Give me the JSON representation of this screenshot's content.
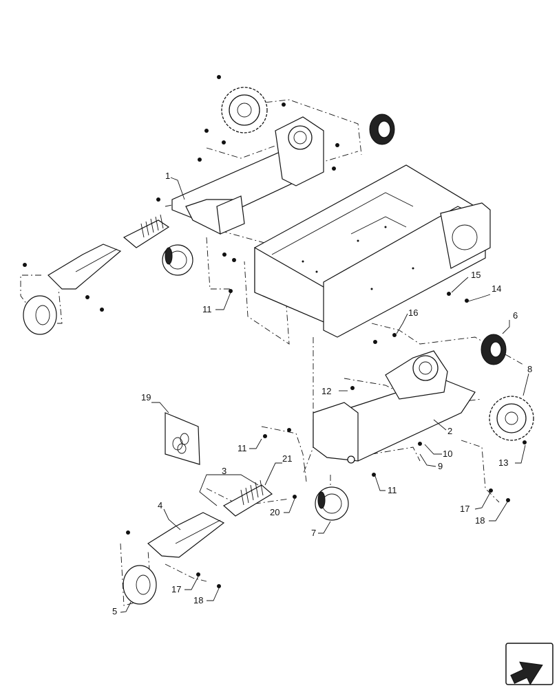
{
  "diagram": {
    "callouts": [
      {
        "id": "1",
        "label": "1"
      },
      {
        "id": "2",
        "label": "2"
      },
      {
        "id": "3",
        "label": "3"
      },
      {
        "id": "4",
        "label": "4"
      },
      {
        "id": "5",
        "label": "5"
      },
      {
        "id": "6",
        "label": "6"
      },
      {
        "id": "7",
        "label": "7"
      },
      {
        "id": "8",
        "label": "8"
      },
      {
        "id": "9",
        "label": "9"
      },
      {
        "id": "10",
        "label": "10"
      },
      {
        "id": "11a",
        "label": "11"
      },
      {
        "id": "11b",
        "label": "11"
      },
      {
        "id": "11c",
        "label": "11"
      },
      {
        "id": "12",
        "label": "12"
      },
      {
        "id": "13",
        "label": "13"
      },
      {
        "id": "14",
        "label": "14"
      },
      {
        "id": "15",
        "label": "15"
      },
      {
        "id": "16",
        "label": "16"
      },
      {
        "id": "17a",
        "label": "17"
      },
      {
        "id": "17b",
        "label": "17"
      },
      {
        "id": "18a",
        "label": "18"
      },
      {
        "id": "18b",
        "label": "18"
      },
      {
        "id": "19",
        "label": "19"
      },
      {
        "id": "20",
        "label": "20"
      },
      {
        "id": "21",
        "label": "21"
      }
    ],
    "nav_icon": "next-page-arrow-icon"
  }
}
